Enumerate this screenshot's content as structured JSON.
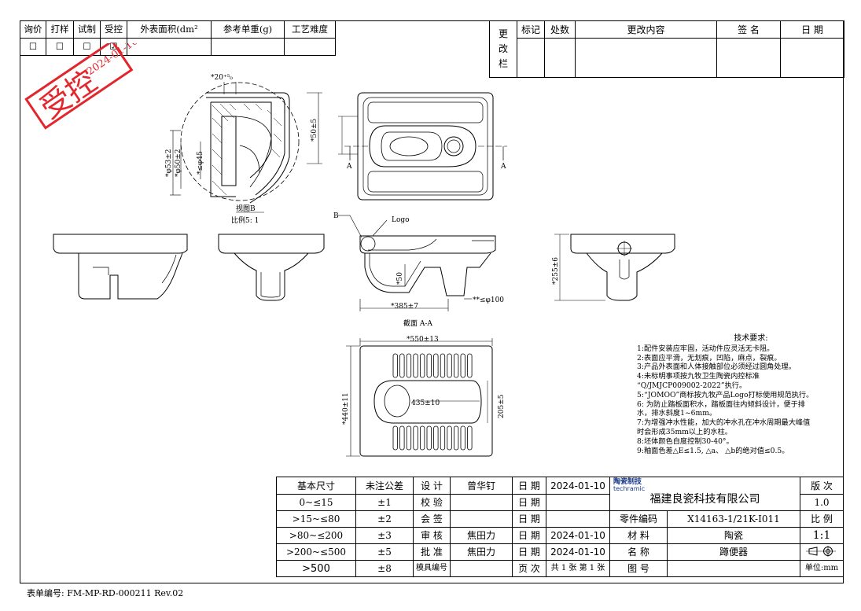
{
  "top_left_headers": [
    "询价",
    "打样",
    "试制",
    "受控",
    "外表面积(dm²",
    "参考单重(g)",
    "工艺难度"
  ],
  "top_left_checks": [
    "☐",
    "☐",
    "☐",
    "☑",
    "",
    "",
    ""
  ],
  "change_headers": {
    "side": [
      "更",
      "改",
      "栏"
    ],
    "cols": [
      "标记",
      "处数",
      "更改内容",
      "签 名",
      "日 期"
    ]
  },
  "stamp": {
    "text": "受控",
    "date": "2024-01-10",
    "color": "#e3262d"
  },
  "views": {
    "detail_label": "视图B",
    "detail_scale": "比例5: 1",
    "detail_dims": [
      "*20⁺⁵₀",
      "*φ53±2",
      "*φ50±2",
      "*≤φ45"
    ],
    "top_dim": "*50±5",
    "section_markers": [
      "A",
      "A"
    ],
    "section_callouts": [
      "B",
      "Logo"
    ],
    "section_dims": [
      "*50",
      "*385±7",
      "**≤φ100"
    ],
    "section_label": "截面  A-A",
    "side_dim": "*255±6",
    "plan_dims": [
      "*550±13",
      "*440±11",
      "435±10",
      "205±5"
    ]
  },
  "requirements": {
    "title": "技术要求:",
    "lines": [
      "1:配件安装应牢固，活动件应灵活无卡阻。",
      "2:表面应平滑，无划痕，凹陷，麻点，裂痕。",
      "3:产品外表面和人体接触部位必须经过圆角处理。",
      "4:未标明事项按九牧卫生陶瓷内控标准",
      "“Q/JMJCP009002-2022”执行。",
      "5:“JOMOO”商标按九牧产品Logo打标使用规范执行。",
      "6: 为防止踏板面积水，踏板面往内倾斜设计，便于排",
      "水，排水斜度1~6mm。",
      "7:为增强冲水性能，加大的冲水孔在冲水周期最大峰值",
      "时会形成35mm以上的水柱。",
      "8:坯体颜色白度控制30-40°。",
      "9:釉面色差△E≤1.5,   △a、 △b的绝对值≤0.5。"
    ]
  },
  "title_block": {
    "tol_header": [
      "基本尺寸",
      "未注公差"
    ],
    "tol_rows": [
      [
        "0~≤15",
        "±1"
      ],
      [
        ">15~≤80",
        "±2"
      ],
      [
        ">80~≤200",
        "±3"
      ],
      [
        ">200~≤500",
        "±5"
      ],
      [
        ">500",
        "±8"
      ]
    ],
    "role_labels": [
      "设 计",
      "校 验",
      "会 签",
      "审 核",
      "批 准",
      "模具编号"
    ],
    "role_names": [
      "曾华钉",
      "",
      "",
      "焦田力",
      "焦田力",
      ""
    ],
    "date_labels": [
      "日 期",
      "日 期",
      "日 期",
      "日 期",
      "日 期",
      "页 次"
    ],
    "date_values": [
      "2024-01-10",
      "",
      "",
      "2024-01-10",
      "2024-01-10",
      "共 1 张 第 1 张"
    ],
    "logo_top": "陶瓷制技",
    "logo_bottom": "techramic",
    "company": "福建良瓷科技有限公司",
    "part_no_label": "零件编码",
    "part_no": "X14163-1/21K-I011",
    "material_label": "材 料",
    "material": "陶瓷",
    "name_label": "名 称",
    "name": "蹲便器",
    "drawing_no_label": "图 号",
    "drawing_no": "",
    "version_label": "版 次",
    "version": "1.0",
    "scale_label": "比 例",
    "scale": "1:1",
    "unit": "单位:mm"
  },
  "footer": "表单编号: FM-MP-RD-000211 Rev.02"
}
